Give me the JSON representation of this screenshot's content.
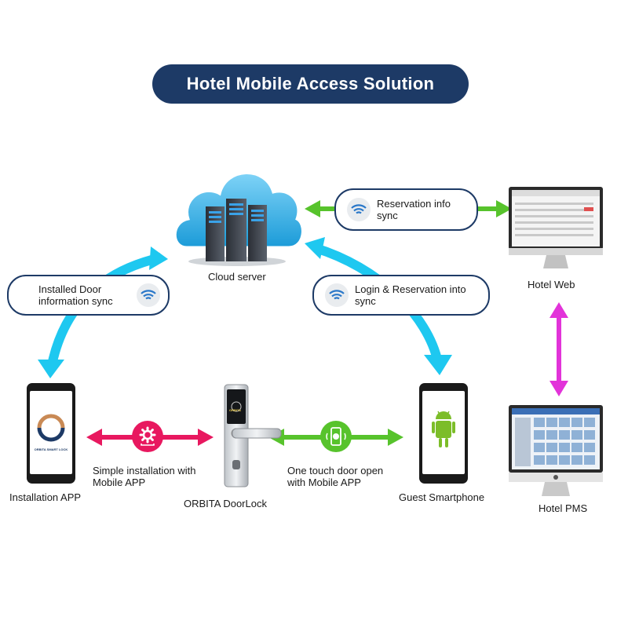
{
  "title": "Hotel Mobile Access Solution",
  "nodes": {
    "cloud": "Cloud server",
    "hotel_web": "Hotel Web",
    "hotel_pms": "Hotel PMS",
    "installation_app": "Installation APP",
    "door_lock": "ORBITA DoorLock",
    "guest_phone": "Guest  Smartphone",
    "app_brand": "ORBITA SMART LOCK",
    "lock_brand": "ORBITA"
  },
  "connections": {
    "reservation_sync": [
      "Reservation info",
      "sync"
    ],
    "installed_door": [
      "Installed Door",
      "information sync"
    ],
    "login_reservation": [
      "Login & Reservation into",
      "sync"
    ],
    "simple_install": [
      "Simple installation with",
      "Mobile APP"
    ],
    "one_touch": [
      "One touch door open",
      "with Mobile APP"
    ]
  },
  "colors": {
    "title_bg": "#1d3a66",
    "cyan_arrow": "#1ec8f0",
    "green_arrow": "#57c32c",
    "magenta_arrow": "#e233d9",
    "pink_arrow": "#e8185f"
  }
}
